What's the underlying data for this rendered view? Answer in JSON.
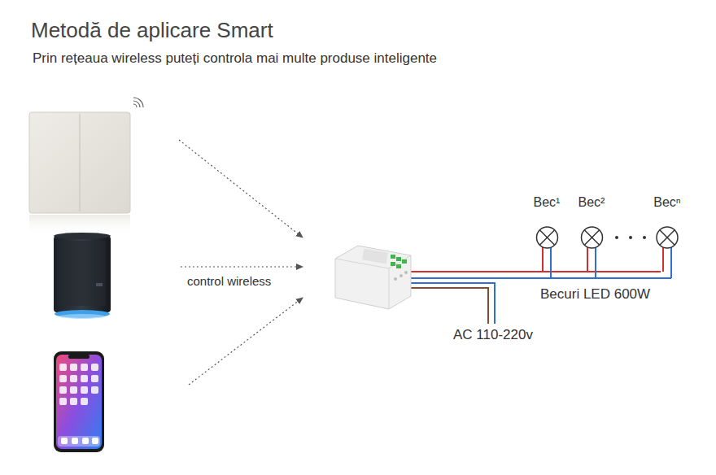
{
  "diagram": {
    "title": "Metodă de aplicare Smart",
    "nodes": [
      {
        "text": [
          "Bec¹"
        ]
      },
      {
        "text": [
          "Bec²"
        ]
      },
      {
        "text": [
          "Becⁿ"
        ]
      }
    ],
    "labels": [
      "Prin rețeaua wireless puteți controla mai multe produse inteligente",
      "control wireless",
      "Becuri LED 600W",
      "AC 110-220v"
    ]
  }
}
